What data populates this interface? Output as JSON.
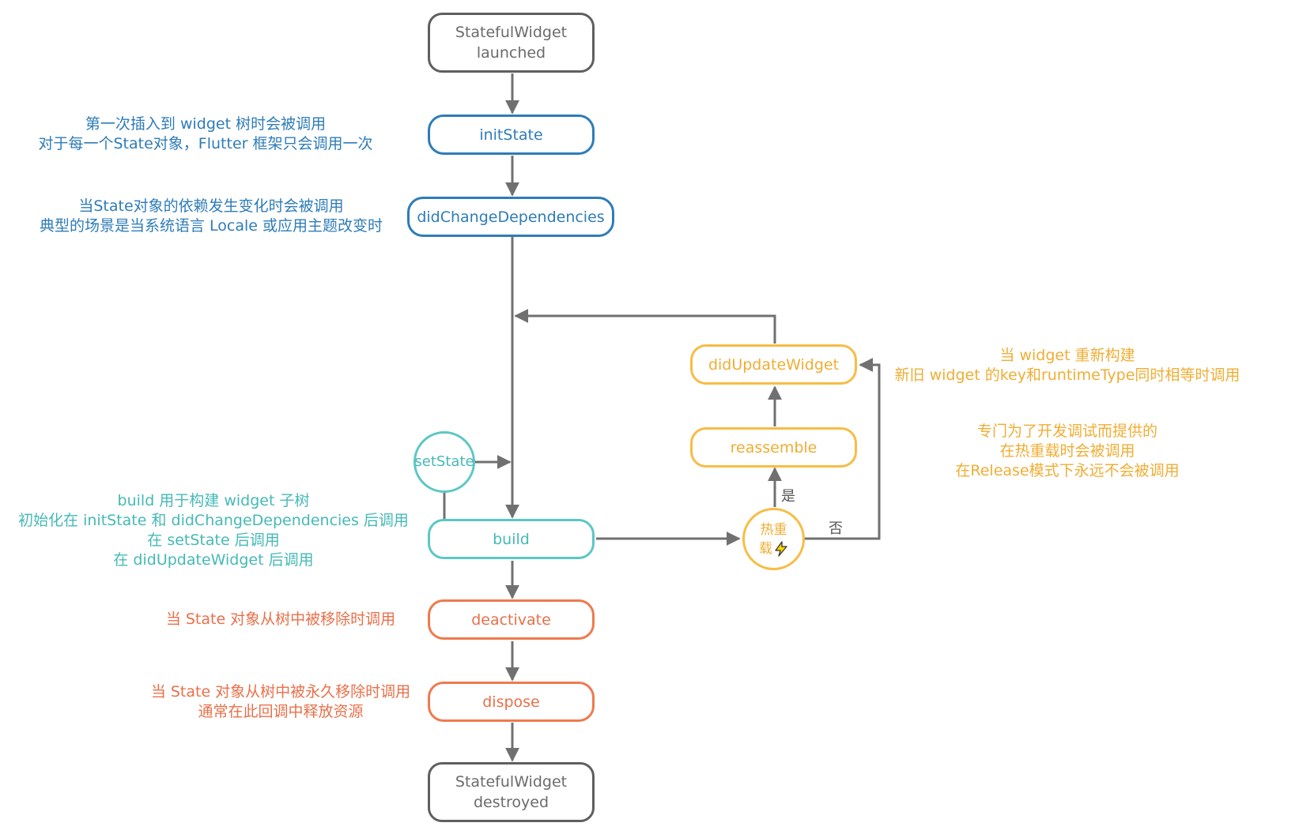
{
  "nodes": {
    "launched": {
      "line1": "StatefulWidget",
      "line2": "launched"
    },
    "initState": "initState",
    "didChangeDependencies": "didChangeDependencies",
    "setState": "setState",
    "build": "build",
    "deactivate": "deactivate",
    "dispose": "dispose",
    "destroyed": {
      "line1": "StatefulWidget",
      "line2": "destroyed"
    },
    "didUpdateWidget": "didUpdateWidget",
    "reassemble": "reassemble",
    "hotReload": {
      "line1": "热重",
      "line2": "载"
    }
  },
  "edge_labels": {
    "yes": "是",
    "no": "否"
  },
  "notes": {
    "initState": [
      "第一次插入到 widget 树时会被调用",
      "对于每一个State对象，Flutter 框架只会调用一次"
    ],
    "didChangeDependencies": [
      "当State对象的依赖发生变化时会被调用",
      "典型的场景是当系统语言 Locale 或应用主题改变时"
    ],
    "build": [
      "build 用于构建 widget 子树",
      "初始化在 initState 和 didChangeDependencies 后调用",
      "在 setState 后调用",
      "在 didUpdateWidget 后调用"
    ],
    "deactivate": [
      "当 State 对象从树中被移除时调用"
    ],
    "dispose": [
      "当 State 对象从树中被永久移除时调用",
      "通常在此回调中释放资源"
    ],
    "didUpdateWidget": [
      "当 widget 重新构建",
      "新旧 widget 的key和runtimeType同时相等时调用"
    ],
    "reassemble": [
      "专门为了开发调试而提供的",
      "在热重载时会被调用",
      "在Release模式下永远不会被调用"
    ]
  },
  "colors": {
    "gray": "#5f5f5f",
    "blue": "#2e7cb8",
    "teal": "#5cc7c5",
    "orange": "#ee7a4e",
    "yellow": "#f8bc45",
    "arrow": "#707070"
  },
  "icons": {
    "hot_reload": "lightning-bolt-icon"
  }
}
